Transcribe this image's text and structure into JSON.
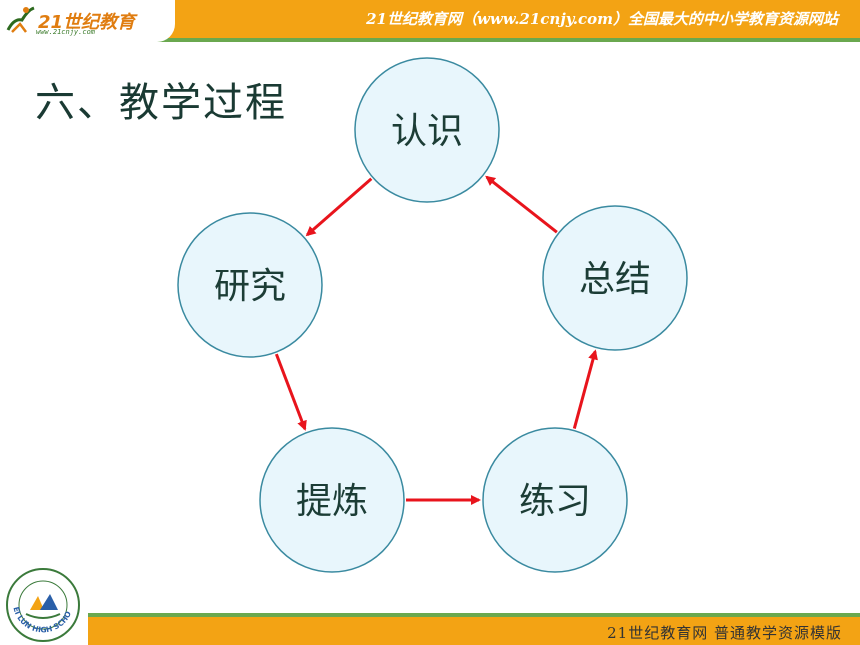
{
  "header": {
    "logo_text": "21世纪教育",
    "logo_url": "www.21cnjy.com",
    "slogan": "21世纪教育网（www.21cnjy.com）全国最大的中小学教育资源网站"
  },
  "slide": {
    "title": "六、教学过程"
  },
  "diagram": {
    "nodes": [
      {
        "id": "renshi",
        "label": "认识"
      },
      {
        "id": "yanjiu",
        "label": "研究"
      },
      {
        "id": "tilian",
        "label": "提炼"
      },
      {
        "id": "lianxi",
        "label": "练习"
      },
      {
        "id": "zongjie",
        "label": "总结"
      }
    ],
    "edges": [
      {
        "from": "renshi",
        "to": "yanjiu"
      },
      {
        "from": "yanjiu",
        "to": "tilian"
      },
      {
        "from": "tilian",
        "to": "lianxi"
      },
      {
        "from": "lianxi",
        "to": "zongjie"
      },
      {
        "from": "zongjie",
        "to": "renshi"
      }
    ],
    "colors": {
      "node_fill": "#e8f6fc",
      "node_stroke": "#3a8aa0",
      "arrow": "#e8141c"
    }
  },
  "footer": {
    "text": "21世纪教育网   普通教学资源模版",
    "seal_text": "BEI LUN HIGH SCHOOL"
  },
  "colors": {
    "header_bg": "#f3a314",
    "accent_green": "#6aa84f"
  }
}
